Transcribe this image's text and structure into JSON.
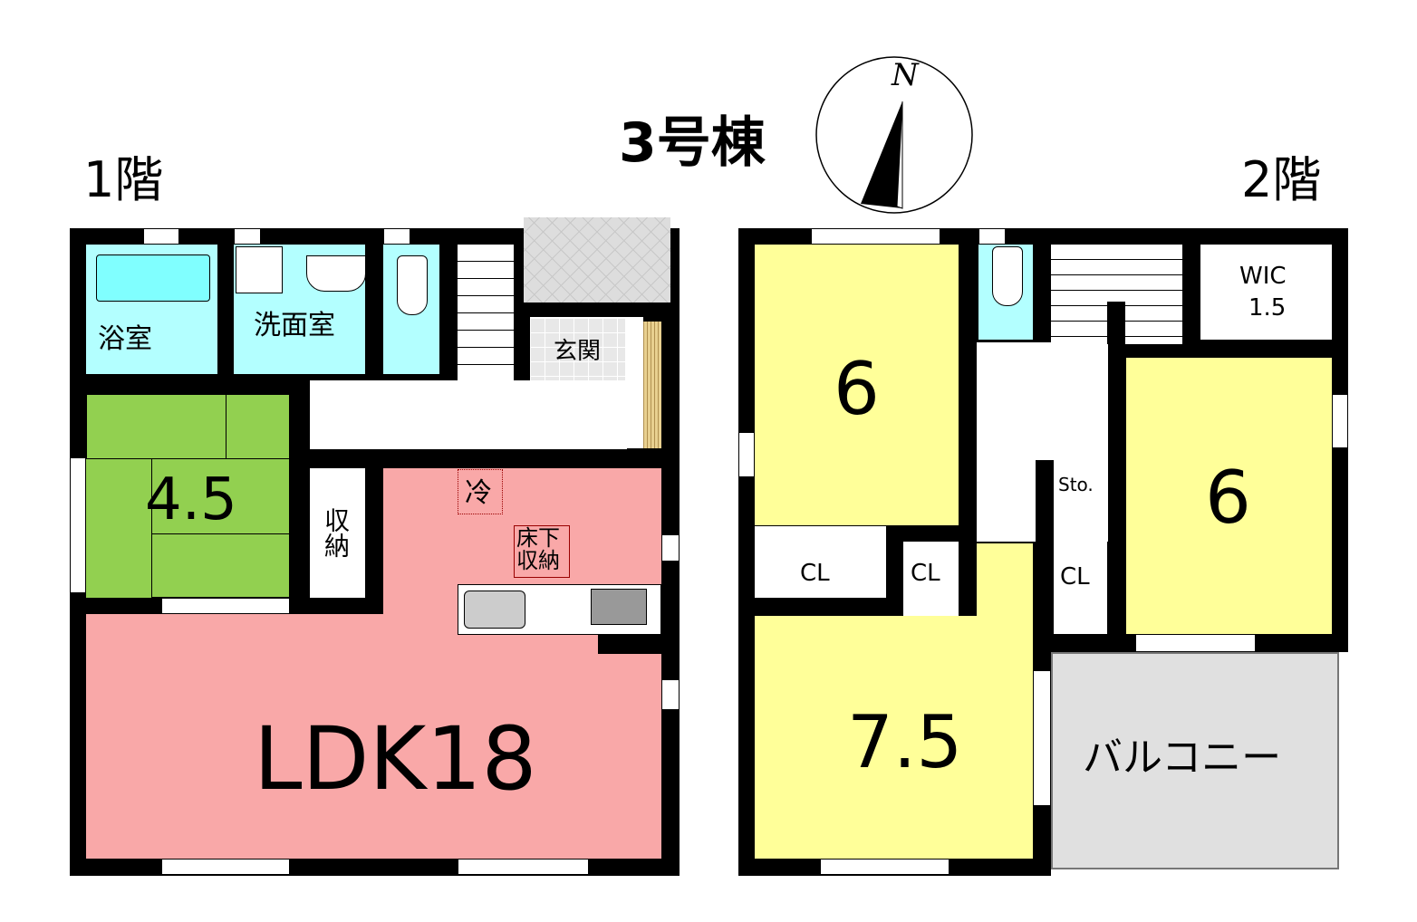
{
  "title": "3号棟",
  "compass_label": "N",
  "floor1": {
    "label": "1階",
    "rooms": {
      "bath": "浴室",
      "washroom": "洗面室",
      "entrance": "玄関",
      "japanese_room": "4.5",
      "storage": "収納",
      "fridge": "冷",
      "underfloor_storage": "床下収納",
      "ldk": "LDK18"
    }
  },
  "floor2": {
    "label": "2階",
    "rooms": {
      "bedroom_nw": "6",
      "bedroom_e": "6",
      "bedroom_sw": "7.5",
      "wic": "WIC",
      "wic_size": "1.5",
      "closet1": "CL",
      "closet2": "CL",
      "closet3": "CL",
      "storage": "Sto.",
      "balcony": "バルコニー"
    }
  },
  "colors": {
    "wet_area": "#b3ffff",
    "ldk": "#f9a8a8",
    "tatami": "#92d050",
    "bedroom": "#ffff99",
    "balcony": "#e0e0e0"
  }
}
